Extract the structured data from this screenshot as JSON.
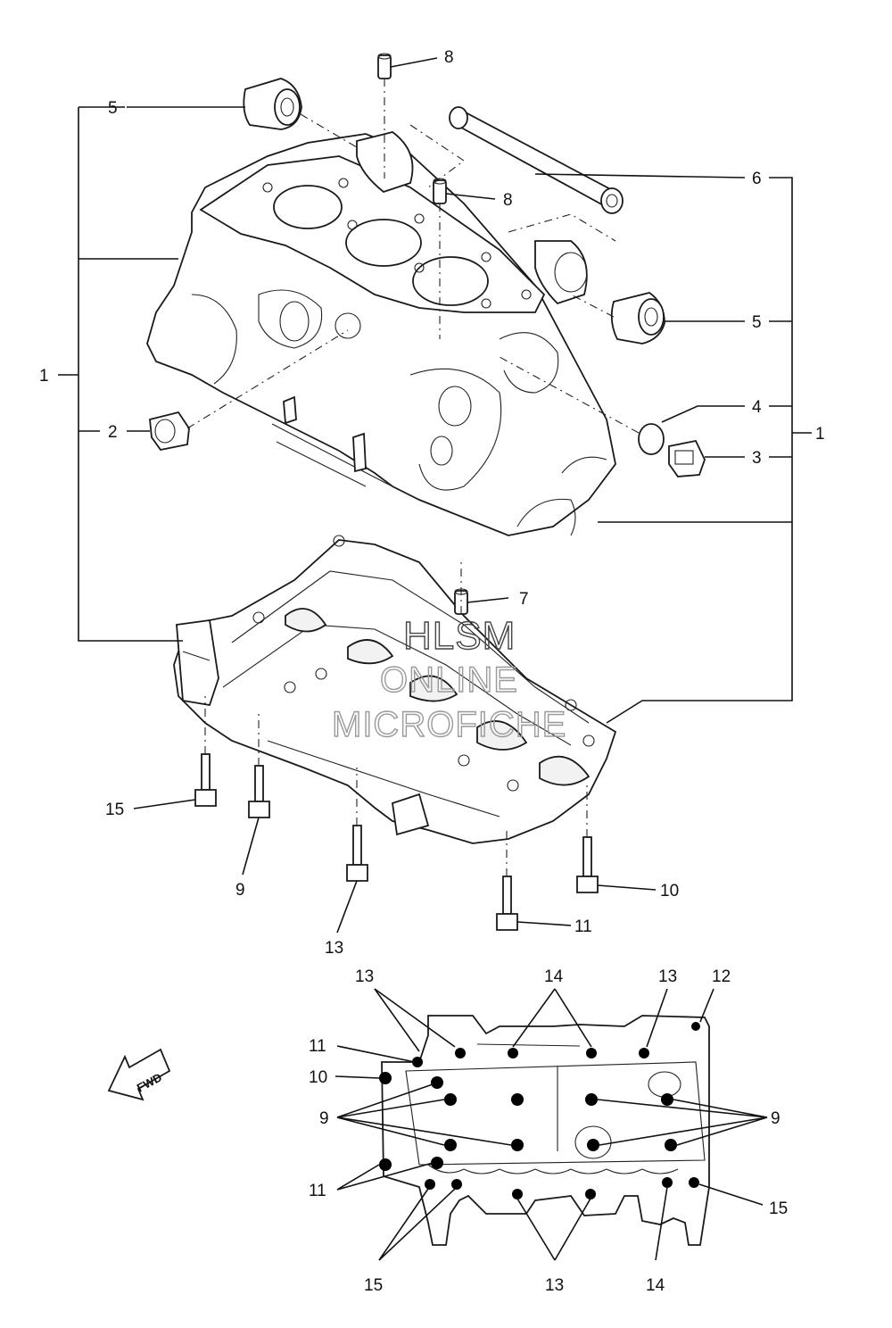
{
  "callouts": {
    "c8a": "8",
    "c5a": "5",
    "c8b": "8",
    "c6": "6",
    "c1a": "1",
    "c5b": "5",
    "c4": "4",
    "c2": "2",
    "c1b": "1",
    "c3": "3",
    "c7": "7",
    "c15": "15",
    "c9": "9",
    "c10": "10",
    "c13": "13",
    "c11": "11",
    "p13a": "13",
    "p14a": "14",
    "p13b": "13",
    "p12": "12",
    "p11a": "11",
    "p10": "10",
    "p9a": "9",
    "p9b": "9",
    "p11b": "11",
    "p15a": "15",
    "p15b": "15",
    "p13c": "13",
    "p14b": "14"
  },
  "fwd_label": "FWD",
  "watermark": {
    "line1": "HLSM",
    "line2": "ONLINE",
    "line3": "MICROFICHE"
  }
}
